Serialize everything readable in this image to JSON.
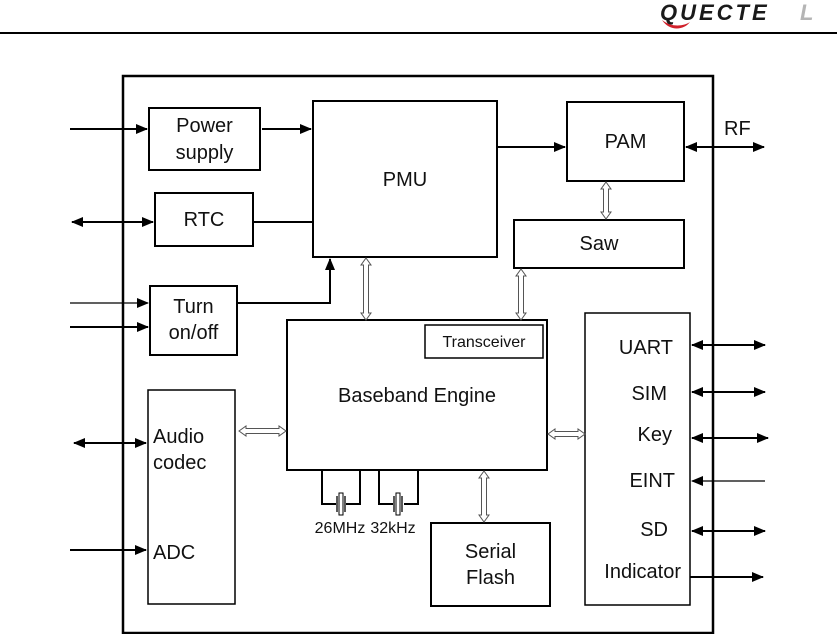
{
  "header": {
    "logo_text_main": "QUECTE",
    "logo_text_tail": "L",
    "logo_colors": {
      "main": "#1a1a1a",
      "tail": "#b5b5b5",
      "swoosh": "#d0202a"
    }
  },
  "diagram": {
    "title": "Functional block diagram",
    "blocks": {
      "power_supply": {
        "line1": "Power",
        "line2": "supply"
      },
      "rtc": {
        "label": "RTC"
      },
      "pmu": {
        "label": "PMU"
      },
      "pam": {
        "label": "PAM"
      },
      "saw": {
        "label": "Saw"
      },
      "turn_on_off": {
        "line1": "Turn",
        "line2": "on/off"
      },
      "baseband": {
        "label": "Baseband Engine"
      },
      "transceiver": {
        "label": "Transceiver"
      },
      "audio": {
        "line1": "Audio",
        "line2": "codec",
        "adc": "ADC"
      },
      "serial_flash": {
        "line1": "Serial",
        "line2": "Flash"
      },
      "io": {
        "uart": "UART",
        "sim": "SIM",
        "key": "Key",
        "eint": "EINT",
        "sd": "SD",
        "indicator": "Indicator"
      }
    },
    "external": {
      "rf": "RF"
    },
    "crystals": {
      "xtal1": "26MHz",
      "xtal2": "32kHz"
    }
  }
}
